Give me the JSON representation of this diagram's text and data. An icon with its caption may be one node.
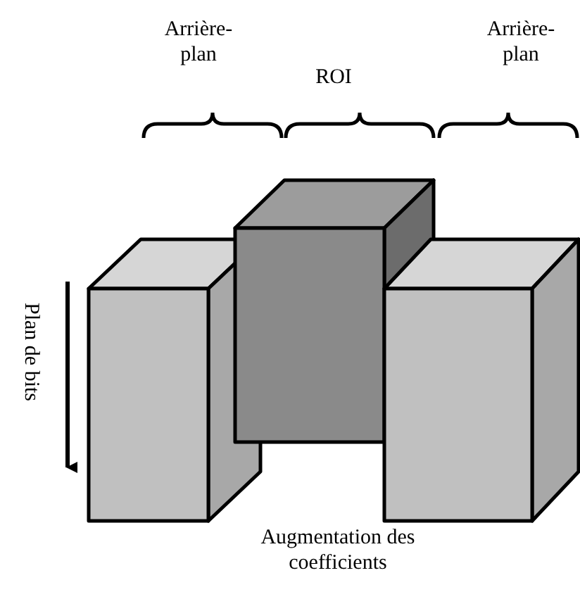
{
  "diagram": {
    "labels": [
      "Arrière-plan",
      "ROI",
      "Arrière-plan",
      "Plan de bits",
      "Augmentation des coefficients"
    ]
  }
}
